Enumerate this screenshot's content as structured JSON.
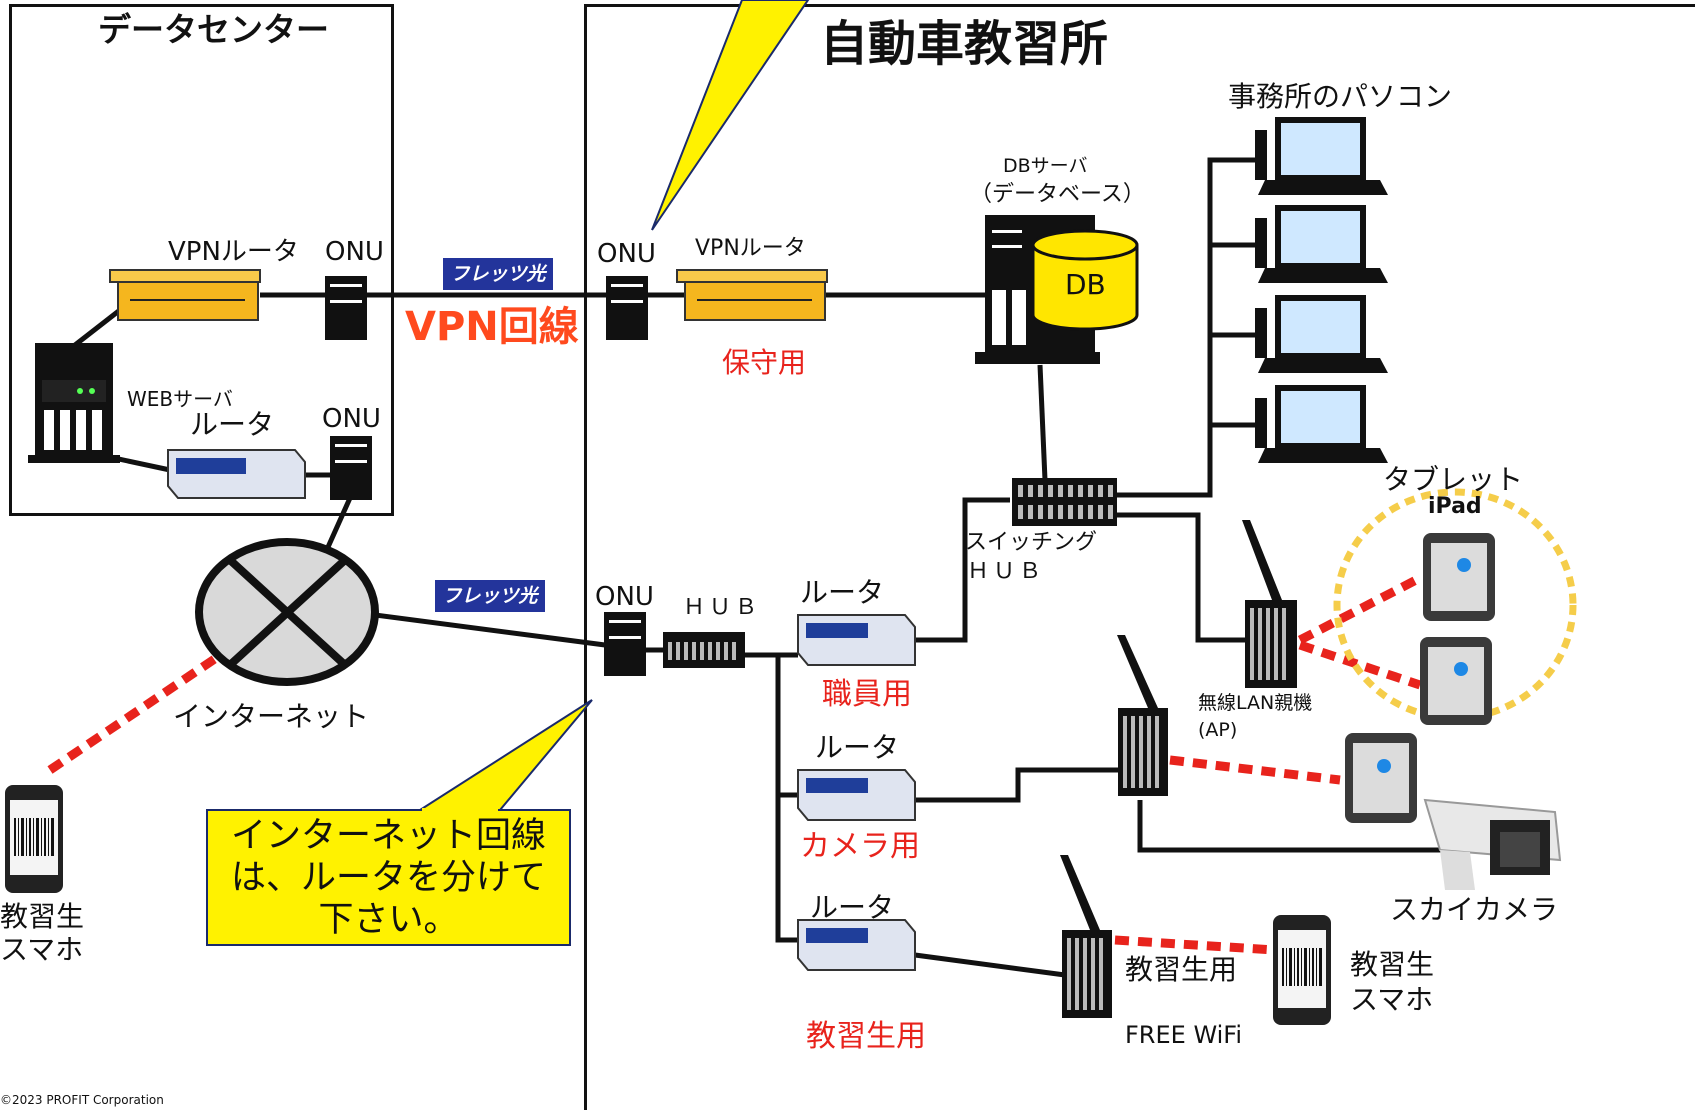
{
  "regions": {
    "datacenter": "データセンター",
    "school": "自動車教習所"
  },
  "labels": {
    "vpn_router_dc": "VPNルータ",
    "onu_dc_top": "ONU",
    "web_server": "WEBサーバ",
    "router_dc": "ルータ",
    "onu_dc_bottom": "ONU",
    "vpn_line": "VPN回線",
    "flets_top": "フレッツ光",
    "flets_bottom": "フレッツ光",
    "internet": "インターネット",
    "student_phone_left_1": "教習生",
    "student_phone_left_2": "スマホ",
    "copyright": "©2023 PROFIT Corporation",
    "onu_school_top": "ONU",
    "vpn_router_school": "VPNルータ",
    "maintenance": "保守用",
    "db_server_1": "DBサーバ",
    "db_server_2": "（データベース）",
    "db": "DB",
    "office_pcs": "事務所のパソコン",
    "switching_hub_1": "スイッチング",
    "switching_hub_2": "ＨＵＢ",
    "onu_school_bottom": "ONU",
    "hub": "ＨＵＢ",
    "router_staff": "ルータ",
    "staff_use": "職員用",
    "router_camera": "ルータ",
    "camera_use": "カメラ用",
    "router_student": "ルータ",
    "student_use": "教習生用",
    "wlan_ap_1": "無線LAN親機",
    "wlan_ap_2": "(AP)",
    "tablet_1": "タブレット",
    "tablet_2": "iPad",
    "sky_camera": "スカイカメラ",
    "free_wifi_1": "教習生用",
    "free_wifi_2": "FREE WiFi",
    "student_phone_right_1": "教習生",
    "student_phone_right_2": "スマホ",
    "callout_internet": [
      "インターネット回線",
      "は、ルータを分けて",
      "下さい。"
    ]
  },
  "colors": {
    "line": "#111111",
    "wireless": "#e8231c",
    "vpn_router": "#f5b61e",
    "db": "#ffe600",
    "callout": "#fff200",
    "router": "#dfe4f0",
    "flets": "#23349b",
    "tablet_ring": "#f5cd4a"
  }
}
